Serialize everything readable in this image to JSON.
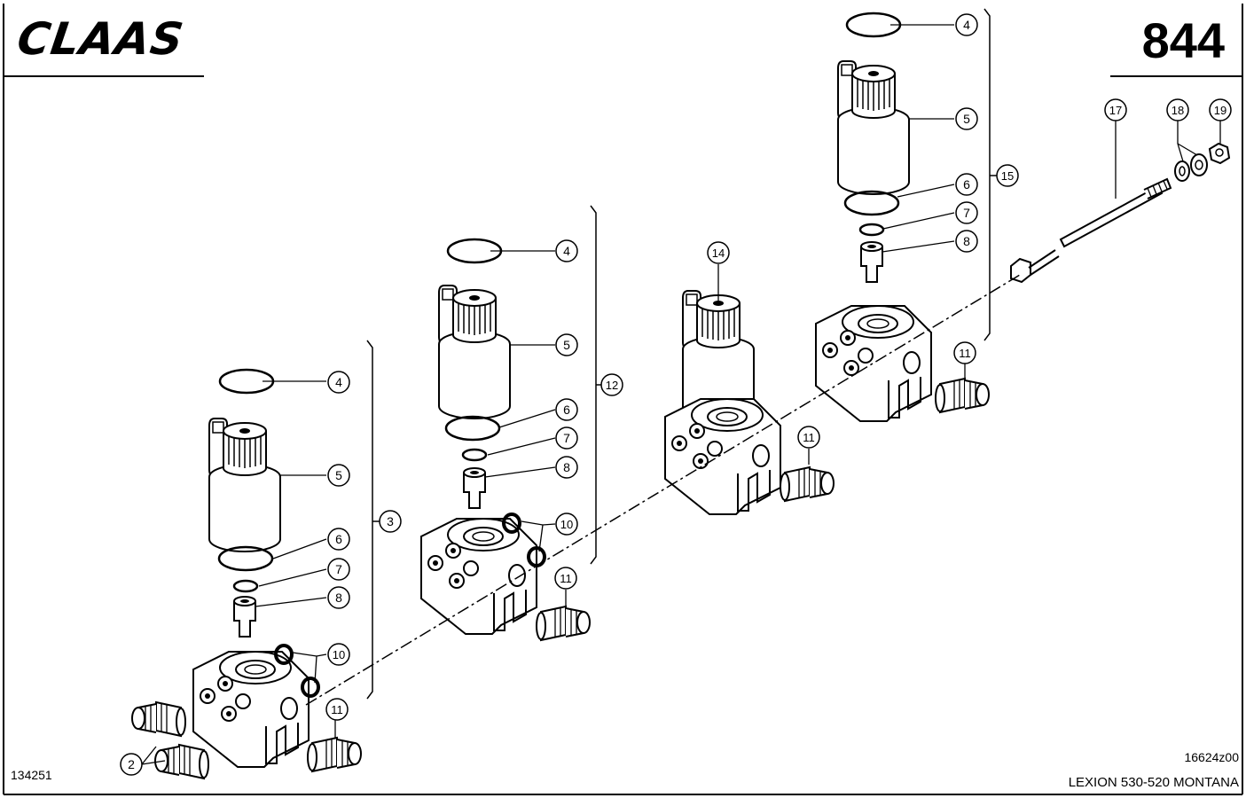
{
  "header": {
    "brand": "CLAAS",
    "page_number": "844"
  },
  "footer": {
    "doc_ref": "134251",
    "drawing_ref": "16624z00",
    "model": "LEXION 530-520 MONTANA"
  },
  "callouts": {
    "c2": "2",
    "c3": "3",
    "c4": "4",
    "c5": "5",
    "c6": "6",
    "c7": "7",
    "c8": "8",
    "c10": "10",
    "c11": "11",
    "c12": "12",
    "c14": "14",
    "c15": "15",
    "c17": "17",
    "c18": "18",
    "c19": "19"
  }
}
